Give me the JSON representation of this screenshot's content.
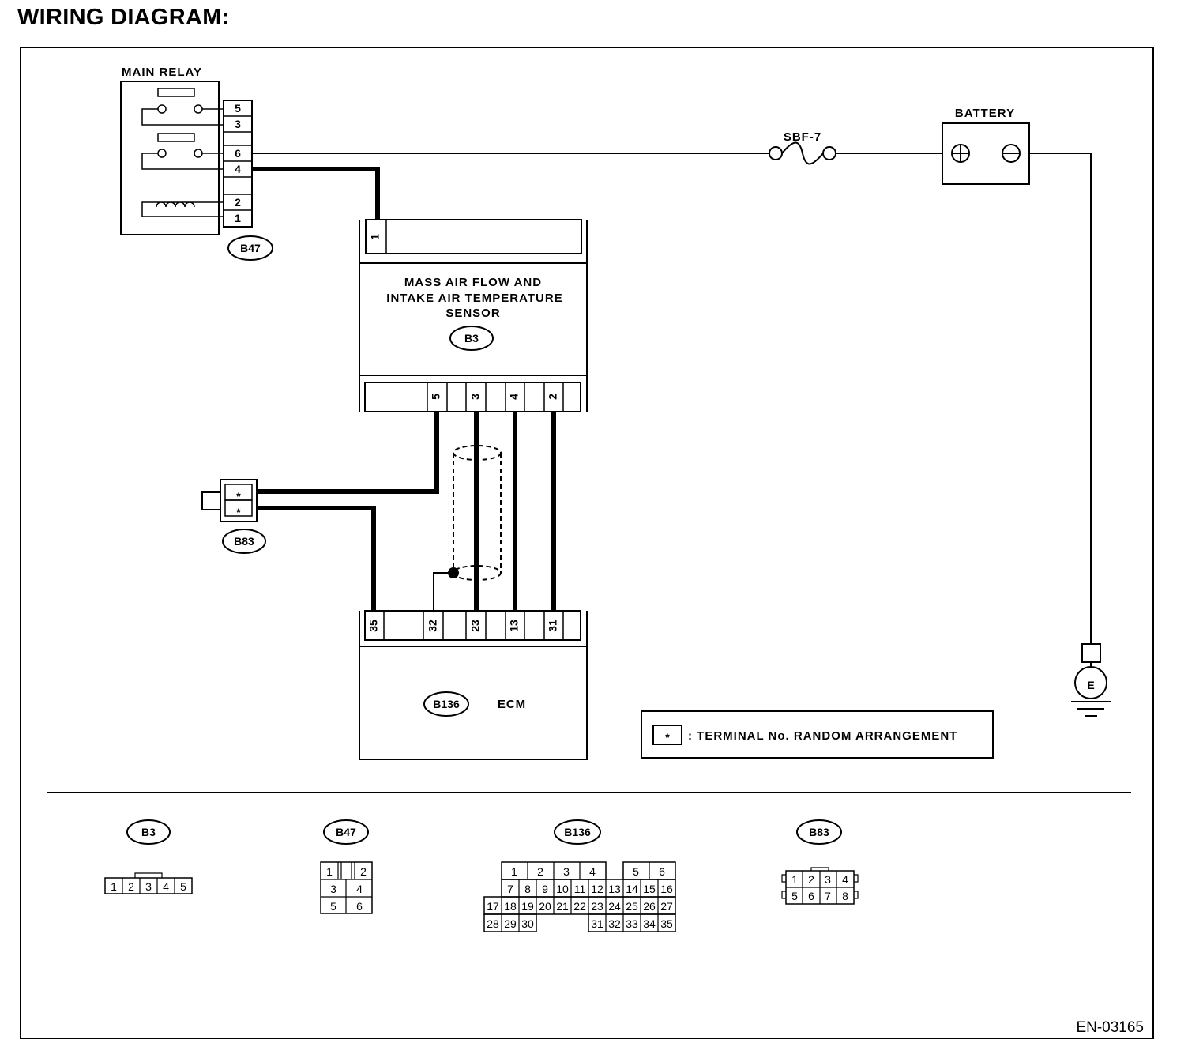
{
  "title": "WIRING DIAGRAM:",
  "main_relay": {
    "label": "MAIN RELAY",
    "pins": [
      "5",
      "3",
      "6",
      "4",
      "2",
      "1"
    ],
    "connector": "B47"
  },
  "maf_sensor": {
    "label_lines": [
      "MASS AIR FLOW AND",
      "INTAKE AIR TEMPERATURE",
      "SENSOR"
    ],
    "connector": "B3",
    "top_pin": "1",
    "bottom_pins": [
      "5",
      "3",
      "4",
      "2"
    ]
  },
  "b83": {
    "connector": "B83",
    "pins": [
      "*",
      "*"
    ]
  },
  "ecm": {
    "label": "ECM",
    "connector": "B136",
    "pins": [
      "35",
      "32",
      "23",
      "13",
      "31"
    ]
  },
  "fuse": {
    "label": "SBF-7"
  },
  "battery": {
    "label": "BATTERY",
    "plus": "+",
    "minus": "−"
  },
  "ground": {
    "label": "E"
  },
  "legend": {
    "symbol": "*",
    "text": ": TERMINAL No. RANDOM ARRANGEMENT"
  },
  "connector_views": {
    "b3": {
      "name": "B3",
      "pins": [
        "1",
        "2",
        "3",
        "4",
        "5"
      ]
    },
    "b47": {
      "name": "B47",
      "pins": [
        "1",
        "2",
        "3",
        "4",
        "5",
        "6"
      ]
    },
    "b136": {
      "name": "B136",
      "row1": [
        "1",
        "2",
        "3",
        "4",
        "5",
        "6"
      ],
      "row2": [
        "7",
        "8",
        "9",
        "10",
        "11",
        "12",
        "13",
        "14",
        "15",
        "16"
      ],
      "row3": [
        "17",
        "18",
        "19",
        "20",
        "21",
        "22",
        "23",
        "24",
        "25",
        "26",
        "27"
      ],
      "row4": [
        "28",
        "29",
        "30",
        "31",
        "32",
        "33",
        "34",
        "35"
      ]
    },
    "b83": {
      "name": "B83",
      "pins": [
        "1",
        "2",
        "3",
        "4",
        "5",
        "6",
        "7",
        "8"
      ]
    }
  },
  "reference": "EN-03165"
}
